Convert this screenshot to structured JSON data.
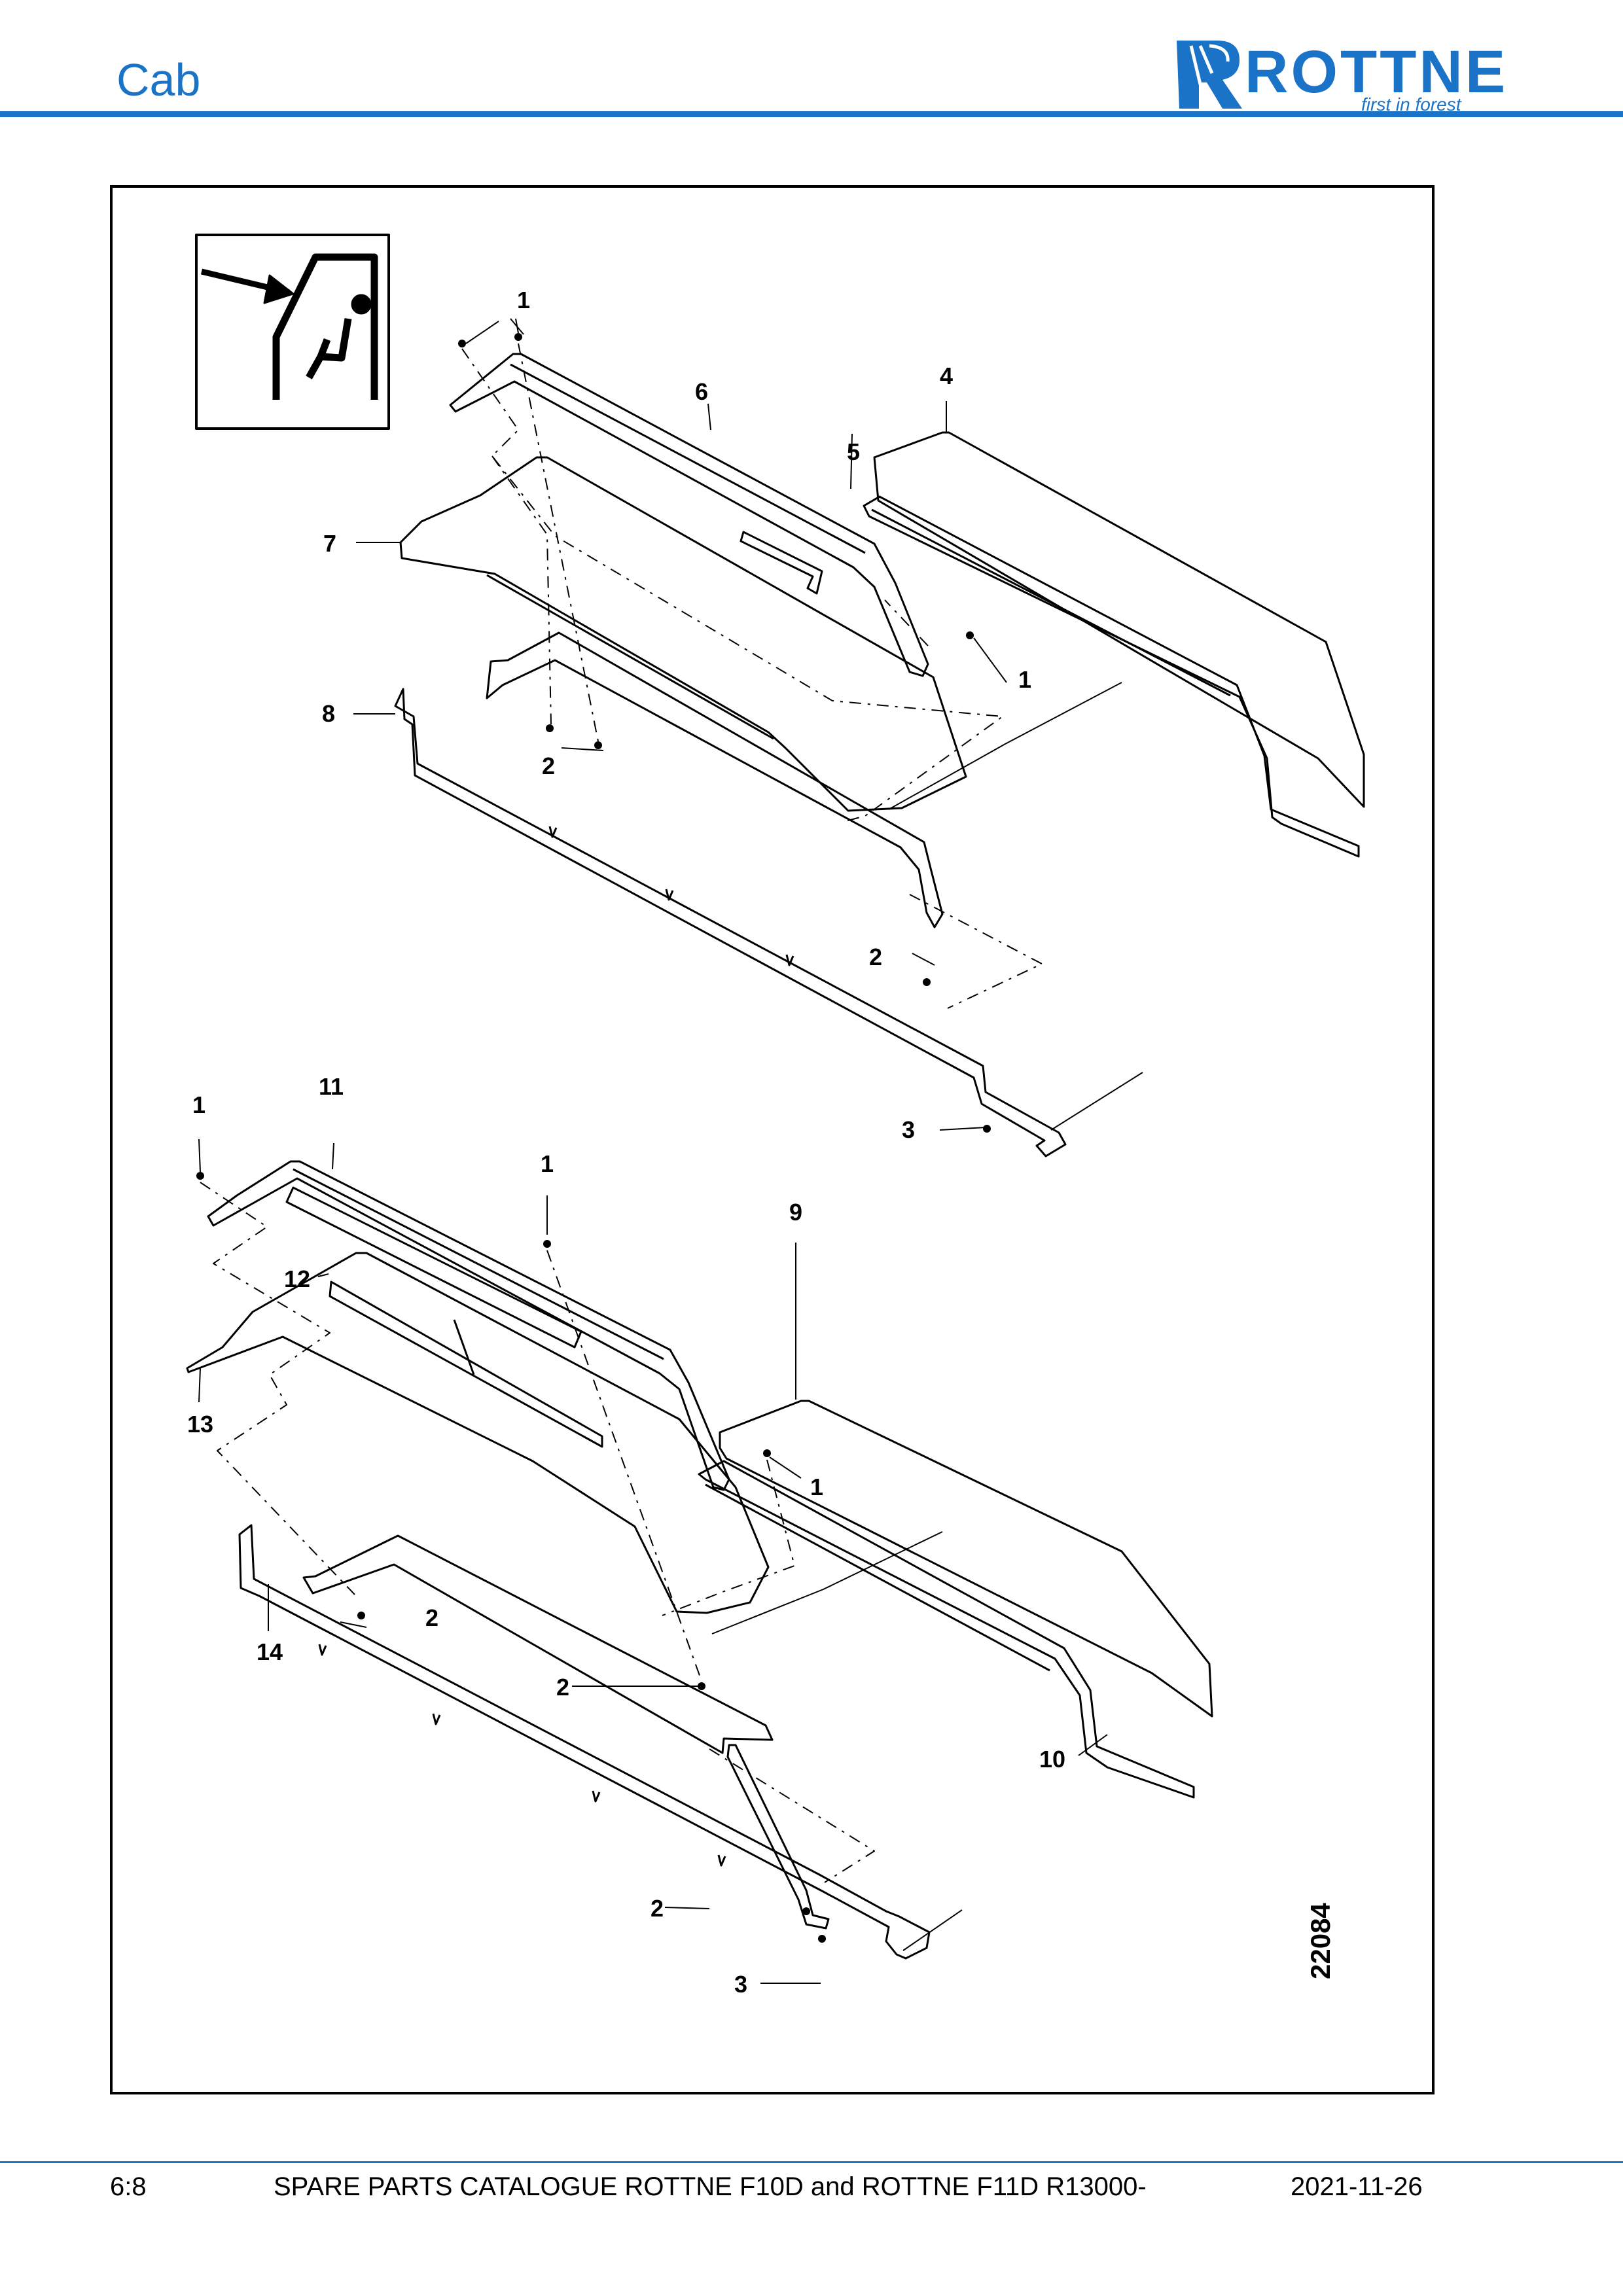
{
  "header": {
    "title": "Cab",
    "brand": {
      "name": "ROTTNE",
      "tagline": "first in forest",
      "color": "#1a73c7",
      "logo_icon": "rottne-r-logo-icon"
    },
    "accent_color": "#1a73c7"
  },
  "figure": {
    "inset_icon": "cab-seat-location-icon",
    "drawing_number": "22084",
    "callouts": [
      "1",
      "1",
      "6",
      "4",
      "5",
      "7",
      "1",
      "8",
      "2",
      "2",
      "3",
      "11",
      "1",
      "1",
      "9",
      "12",
      "13",
      "1",
      "2",
      "14",
      "2",
      "10",
      "2",
      "3"
    ]
  },
  "footer": {
    "page": "6:8",
    "title": "SPARE PARTS CATALOGUE ROTTNE F10D and ROTTNE F11D R13000-",
    "date": "2021-11-26"
  }
}
